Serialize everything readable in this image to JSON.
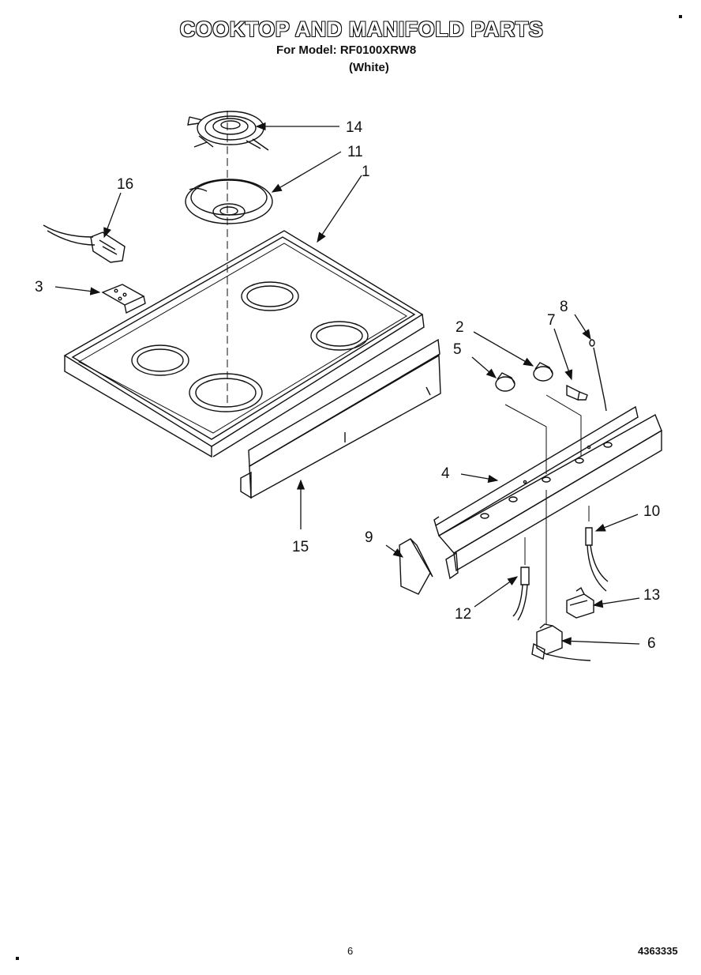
{
  "header": {
    "title": "COOKTOP AND MANIFOLD PARTS",
    "model_line": "For Model: RF0100XRW8",
    "color_line": "(White)"
  },
  "callouts": [
    "14",
    "11",
    "1",
    "16",
    "3",
    "8",
    "2",
    "7",
    "5",
    "4",
    "10",
    "9",
    "13",
    "12",
    "6",
    "15"
  ],
  "footer": {
    "page_number": "6",
    "document_number": "4363335"
  }
}
